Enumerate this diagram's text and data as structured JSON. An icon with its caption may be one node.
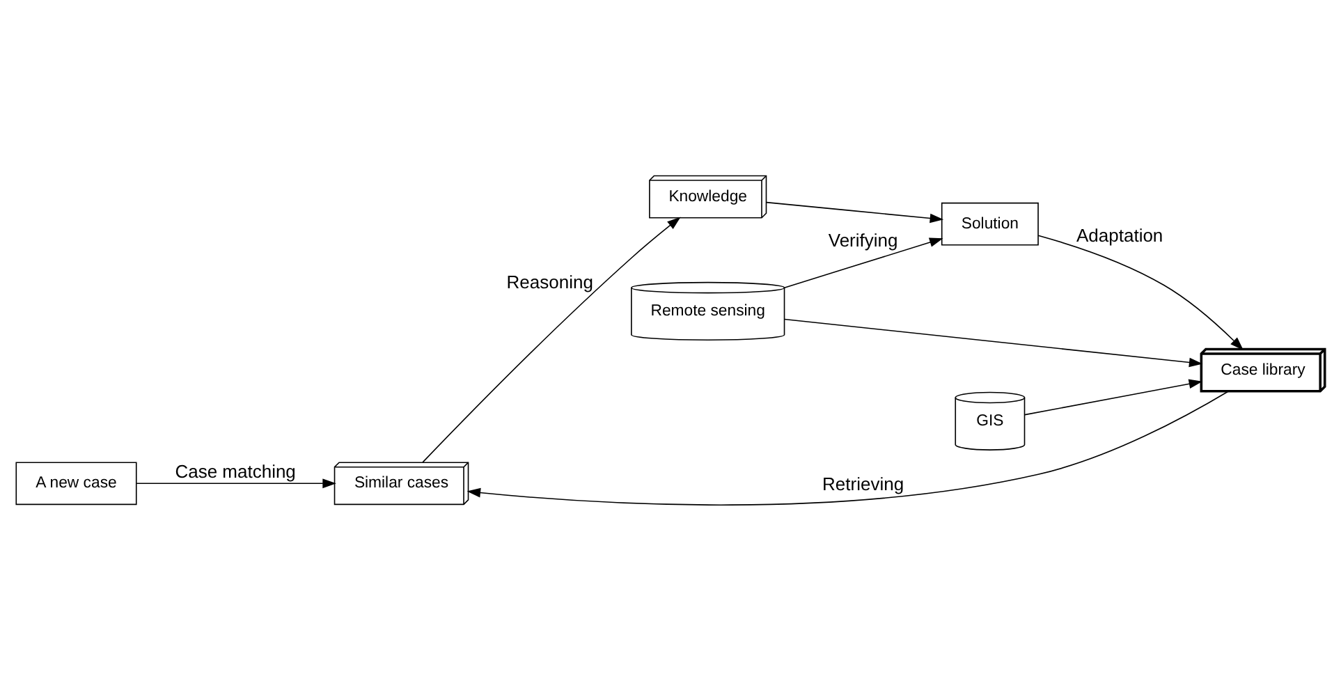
{
  "diagram": {
    "nodes": [
      {
        "text": [
          "A new case"
        ]
      },
      {
        "text": [
          "Similar cases"
        ]
      },
      {
        "text": [
          "GIS"
        ]
      },
      {
        "text": [
          "Remote sensing"
        ]
      },
      {
        "text": [
          "Case library"
        ]
      },
      {
        "text": [
          "Solution"
        ]
      },
      {
        "text": [
          "Knowledge"
        ]
      }
    ],
    "edges": [
      {
        "from": 0,
        "to": 1,
        "arrow": "to",
        "label": "Case matching"
      },
      {
        "from": 2,
        "to": 4,
        "arrow": "to"
      },
      {
        "from": 3,
        "to": 4,
        "arrow": "to"
      },
      {
        "from": 4,
        "to": 1,
        "arrow": "to",
        "label": "Retrieving"
      },
      {
        "from": 1,
        "to": 6,
        "arrow": "to",
        "label": "Reasoning"
      },
      {
        "from": 6,
        "to": 5,
        "arrow": "to"
      },
      {
        "from": 5,
        "to": 4,
        "arrow": "to",
        "label": "Adaptation"
      },
      {
        "from": 3,
        "to": 5,
        "arrow": "to",
        "label": "Verifying"
      }
    ]
  }
}
